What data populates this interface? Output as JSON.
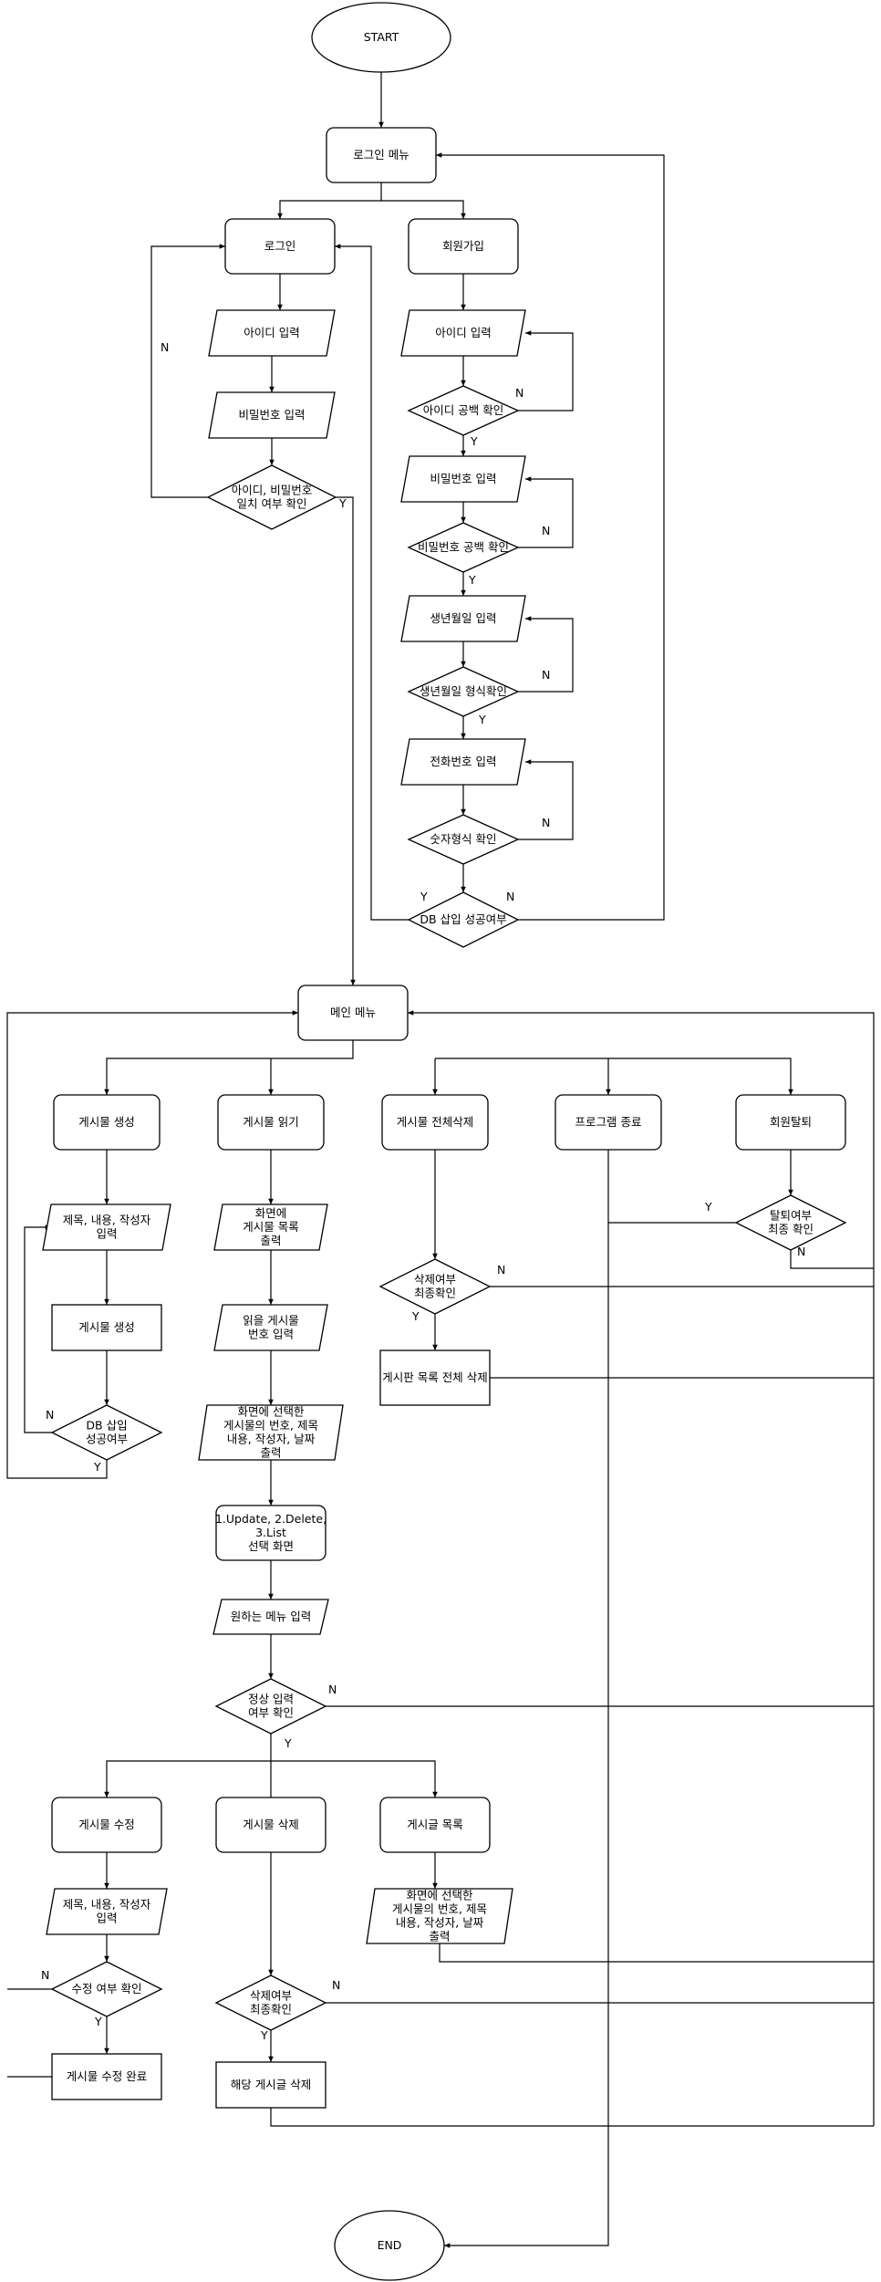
{
  "flowchart": {
    "nodes": [
      {
        "id": "start",
        "shape": "ellipse",
        "text": "START"
      },
      {
        "id": "login_menu",
        "shape": "rounded",
        "text": "로그인 메뉴"
      },
      {
        "id": "login",
        "shape": "rounded",
        "text": "로그인"
      },
      {
        "id": "signup",
        "shape": "rounded",
        "text": "회원가입"
      },
      {
        "id": "in_id",
        "shape": "parallelogram",
        "text": "아이디 입력"
      },
      {
        "id": "in_pw",
        "shape": "parallelogram",
        "text": "비밀번호 입력"
      },
      {
        "id": "chk_login",
        "shape": "diamond",
        "text": "아이디, 비밀번호\n일치 여부 확인"
      },
      {
        "id": "su_id",
        "shape": "parallelogram",
        "text": "아이디 입력"
      },
      {
        "id": "su_id_chk",
        "shape": "diamond",
        "text": "아이디 공백 확인"
      },
      {
        "id": "su_pw",
        "shape": "parallelogram",
        "text": "비밀번호 입력"
      },
      {
        "id": "su_pw_chk",
        "shape": "diamond",
        "text": "비밀번호 공백 확인"
      },
      {
        "id": "su_birth",
        "shape": "parallelogram",
        "text": "생년월일 입력"
      },
      {
        "id": "su_birth_chk",
        "shape": "diamond",
        "text": "생년월일 형식확인"
      },
      {
        "id": "su_phone",
        "shape": "parallelogram",
        "text": "전화번호 입력"
      },
      {
        "id": "su_phone_chk",
        "shape": "diamond",
        "text": "숫자형식 확인"
      },
      {
        "id": "su_db",
        "shape": "diamond",
        "text": "DB 삽입 성공여부"
      },
      {
        "id": "main_menu",
        "shape": "rounded",
        "text": "메인 메뉴"
      },
      {
        "id": "post_create",
        "shape": "rounded",
        "text": "게시물 생성"
      },
      {
        "id": "post_read",
        "shape": "rounded",
        "text": "게시물 읽기"
      },
      {
        "id": "post_delall",
        "shape": "rounded",
        "text": "게시물 전체삭제"
      },
      {
        "id": "prog_end",
        "shape": "rounded",
        "text": "프로그램 종료"
      },
      {
        "id": "withdraw",
        "shape": "rounded",
        "text": "회원탈퇴"
      },
      {
        "id": "c_input",
        "shape": "parallelogram",
        "text": "제목, 내용, 작성자\n입력"
      },
      {
        "id": "c_make",
        "shape": "rect",
        "text": "게시물 생성"
      },
      {
        "id": "c_db",
        "shape": "diamond",
        "text": "DB 삽입\n성공여부"
      },
      {
        "id": "r_list",
        "shape": "parallelogram",
        "text": "화면에\n게시물 목록\n출력"
      },
      {
        "id": "r_num",
        "shape": "parallelogram",
        "text": "읽을 게시물\n번호 입력"
      },
      {
        "id": "r_show",
        "shape": "parallelogram",
        "text": "화면에 선택한\n게시물의 번호, 제목\n내용, 작성자, 날짜\n출력"
      },
      {
        "id": "r_menu",
        "shape": "rounded",
        "text": "1.Update, 2.Delete,\n3.List\n선택 화면"
      },
      {
        "id": "r_in",
        "shape": "parallelogram",
        "text": "원하는 메뉴 입력"
      },
      {
        "id": "r_chk",
        "shape": "diamond",
        "text": "정상 입력\n여부 확인"
      },
      {
        "id": "d_chk",
        "shape": "diamond",
        "text": "삭제여부\n최종확인"
      },
      {
        "id": "d_all",
        "shape": "rect",
        "text": "게시판 목록 전체 삭제"
      },
      {
        "id": "w_chk",
        "shape": "diamond",
        "text": "탈퇴여부\n최종 확인"
      },
      {
        "id": "u_post",
        "shape": "rounded",
        "text": "게시물 수정"
      },
      {
        "id": "del_post",
        "shape": "rounded",
        "text": "게시물 삭제"
      },
      {
        "id": "list_post",
        "shape": "rounded",
        "text": "게시글 목록"
      },
      {
        "id": "u_in",
        "shape": "parallelogram",
        "text": "제목, 내용, 작성자\n입력"
      },
      {
        "id": "u_chk",
        "shape": "diamond",
        "text": "수정 여부 확인"
      },
      {
        "id": "u_done",
        "shape": "rect",
        "text": "게시물 수정 완료"
      },
      {
        "id": "del_chk",
        "shape": "diamond",
        "text": "삭제여부\n최종확인"
      },
      {
        "id": "del_do",
        "shape": "rect",
        "text": "해당 게시글 삭제"
      },
      {
        "id": "l_show",
        "shape": "parallelogram",
        "text": "화면에 선택한\n게시물의 번호, 제목\n내용, 작성자, 날짜\n출력"
      },
      {
        "id": "end",
        "shape": "ellipse",
        "text": "END"
      }
    ],
    "edge_labels": [
      {
        "id": "el_login_n",
        "text": "N"
      },
      {
        "id": "el_login_y",
        "text": "Y"
      },
      {
        "id": "el_suid_n",
        "text": "N"
      },
      {
        "id": "el_suid_y",
        "text": "Y"
      },
      {
        "id": "el_supw_n",
        "text": "N"
      },
      {
        "id": "el_supw_y",
        "text": "Y"
      },
      {
        "id": "el_sub_n",
        "text": "N"
      },
      {
        "id": "el_sub_y",
        "text": "Y"
      },
      {
        "id": "el_suph_n",
        "text": "N"
      },
      {
        "id": "el_sudb_y",
        "text": "Y"
      },
      {
        "id": "el_sudb_n",
        "text": "N"
      },
      {
        "id": "el_cdb_n",
        "text": "N"
      },
      {
        "id": "el_cdb_y",
        "text": "Y"
      },
      {
        "id": "el_dchk_n",
        "text": "N"
      },
      {
        "id": "el_dchk_y",
        "text": "Y"
      },
      {
        "id": "el_wchk_y",
        "text": "Y"
      },
      {
        "id": "el_wchk_n",
        "text": "N"
      },
      {
        "id": "el_rchk_n",
        "text": "N"
      },
      {
        "id": "el_rchk_y",
        "text": "Y"
      },
      {
        "id": "el_uchk_n",
        "text": "N"
      },
      {
        "id": "el_uchk_y",
        "text": "Y"
      },
      {
        "id": "el_delchk_n",
        "text": "N"
      },
      {
        "id": "el_delchk_y",
        "text": "Y"
      }
    ]
  }
}
